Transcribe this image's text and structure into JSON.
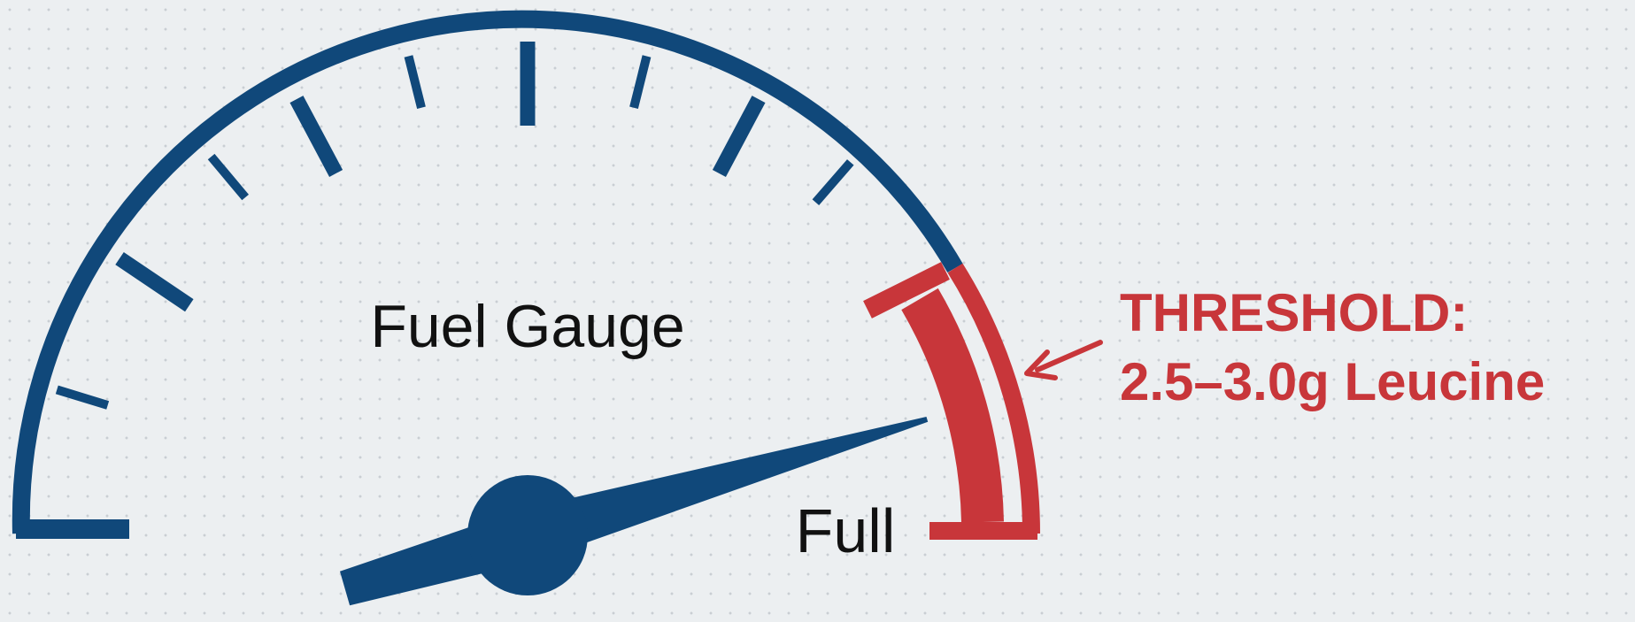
{
  "gauge": {
    "title": "Fuel Gauge",
    "end_label": "Full",
    "needle_level": 0.91,
    "colors": {
      "primary": "#10487a",
      "threshold": "#c8363a",
      "text": "#111111"
    }
  },
  "threshold": {
    "heading": "THRESHOLD:",
    "detail": "2.5–3.0g Leucine",
    "color": "#c8363a"
  }
}
